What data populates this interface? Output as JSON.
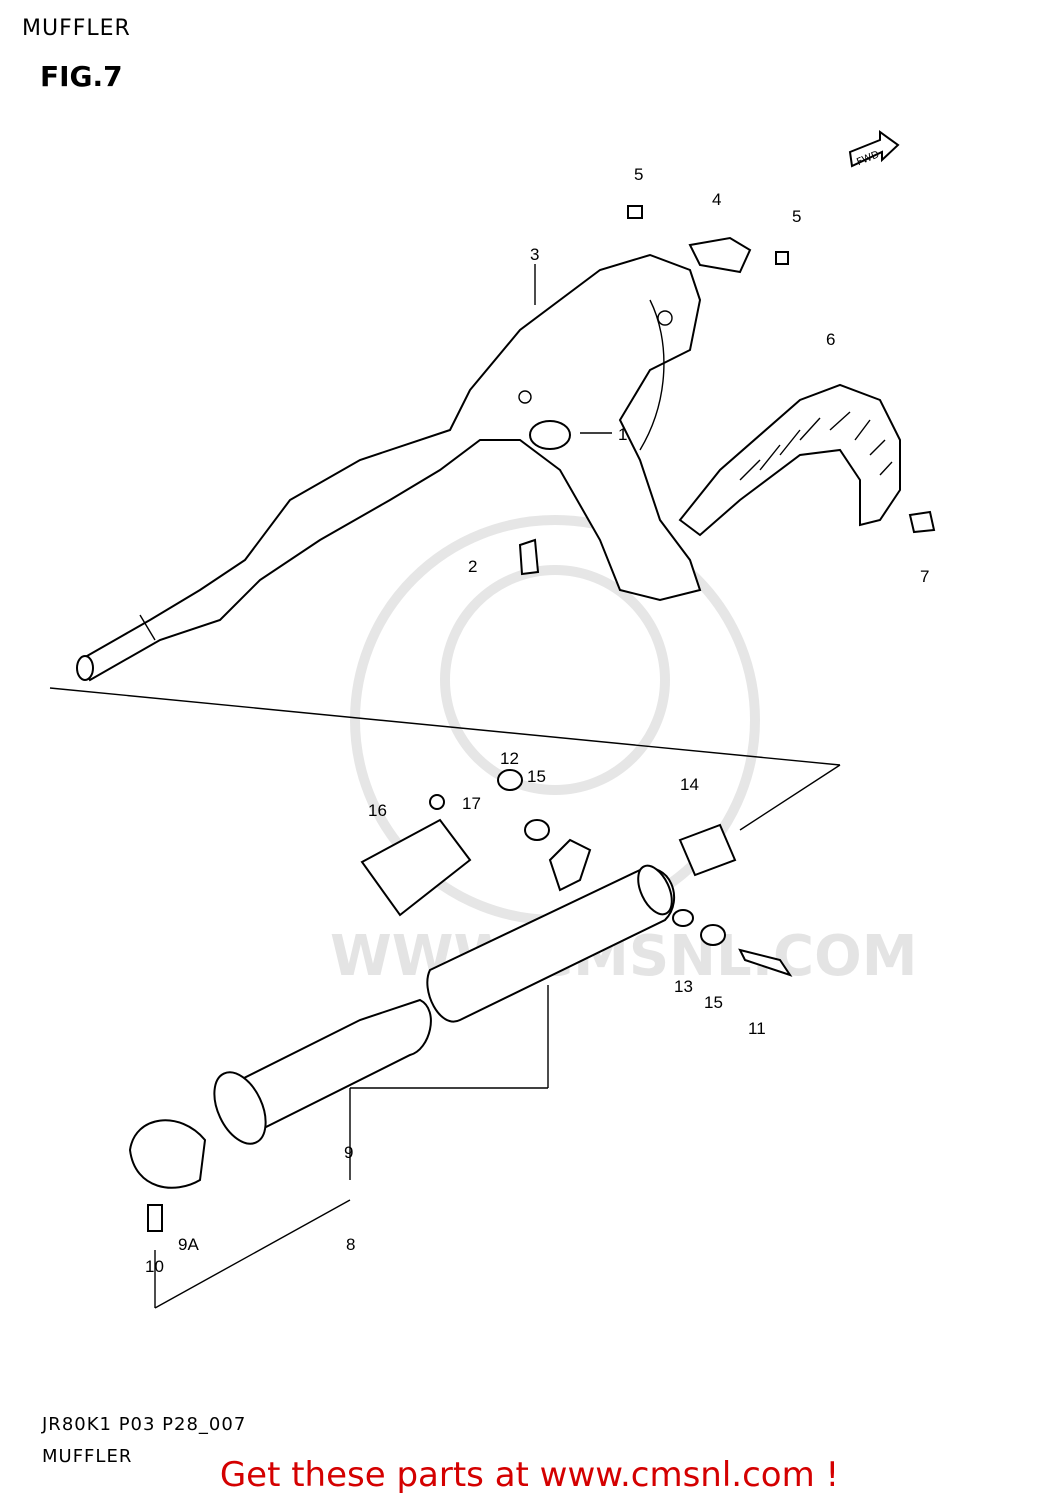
{
  "header": {
    "title": "MUFFLER",
    "figure": "FIG.7"
  },
  "footer": {
    "code": "JR80K1 P03 P28_007",
    "name": "MUFFLER"
  },
  "cta": {
    "text": "Get these parts at www.cmsnl.com !",
    "color": "#d40000"
  },
  "watermark": {
    "text": "WWW.CMSNL.COM"
  },
  "direction_badge": "FWD",
  "callouts": [
    "1",
    "2",
    "3",
    "4",
    "5",
    "5",
    "6",
    "7",
    "8",
    "9",
    "9A",
    "10",
    "11",
    "12",
    "13",
    "14",
    "15",
    "15",
    "16",
    "17"
  ]
}
